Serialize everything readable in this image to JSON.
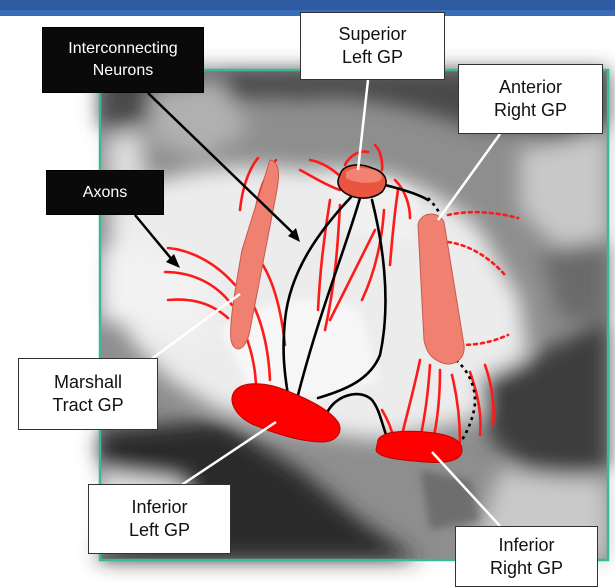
{
  "labels": {
    "superior_left": "Superior\nLeft GP",
    "anterior_right": "Anterior\nRight GP",
    "interconnecting": "Interconnecting\nNeurons",
    "axons": "Axons",
    "marshall": "Marshall\nTract GP",
    "inferior_left": "Inferior\nLeft GP",
    "inferior_right": "Inferior\nRight GP"
  },
  "colors": {
    "frame_accent": "#3a6db7",
    "ganglionated_plexus": "#ff0000",
    "ganglionated_plexus_light": "#f08070",
    "nerve_red": "#ff1a1a",
    "neuron_black": "#000000",
    "image_border": "#39b89a"
  }
}
